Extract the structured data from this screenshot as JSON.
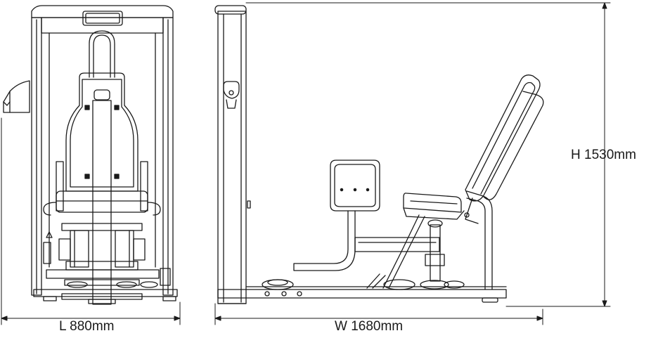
{
  "dimensions": {
    "length_label": "L 880mm",
    "width_label": "W 1680mm",
    "height_label": "H 1530mm"
  },
  "views": {
    "front": "front-view-machine-drawing",
    "side": "side-view-machine-drawing"
  },
  "colors": {
    "line": "#1a1a1a",
    "background": "#ffffff"
  }
}
